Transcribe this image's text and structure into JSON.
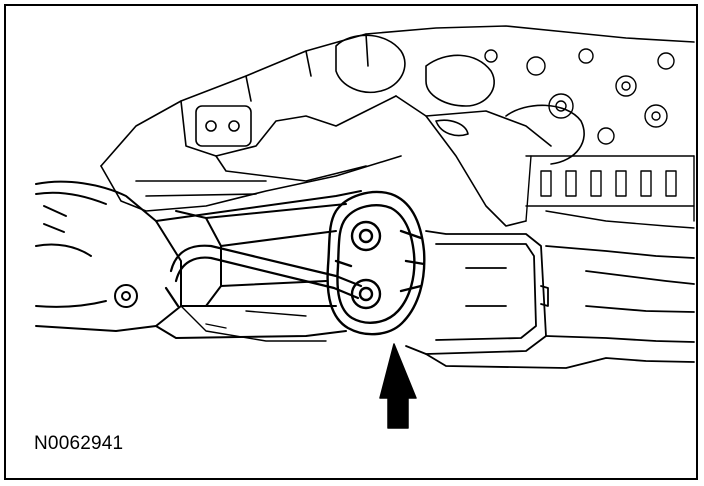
{
  "figure": {
    "id_label": "N0062941",
    "subject": "driveshaft-to-transmission-coupling",
    "pointer": "up-arrow-callout",
    "style": "black-and-white line art"
  }
}
